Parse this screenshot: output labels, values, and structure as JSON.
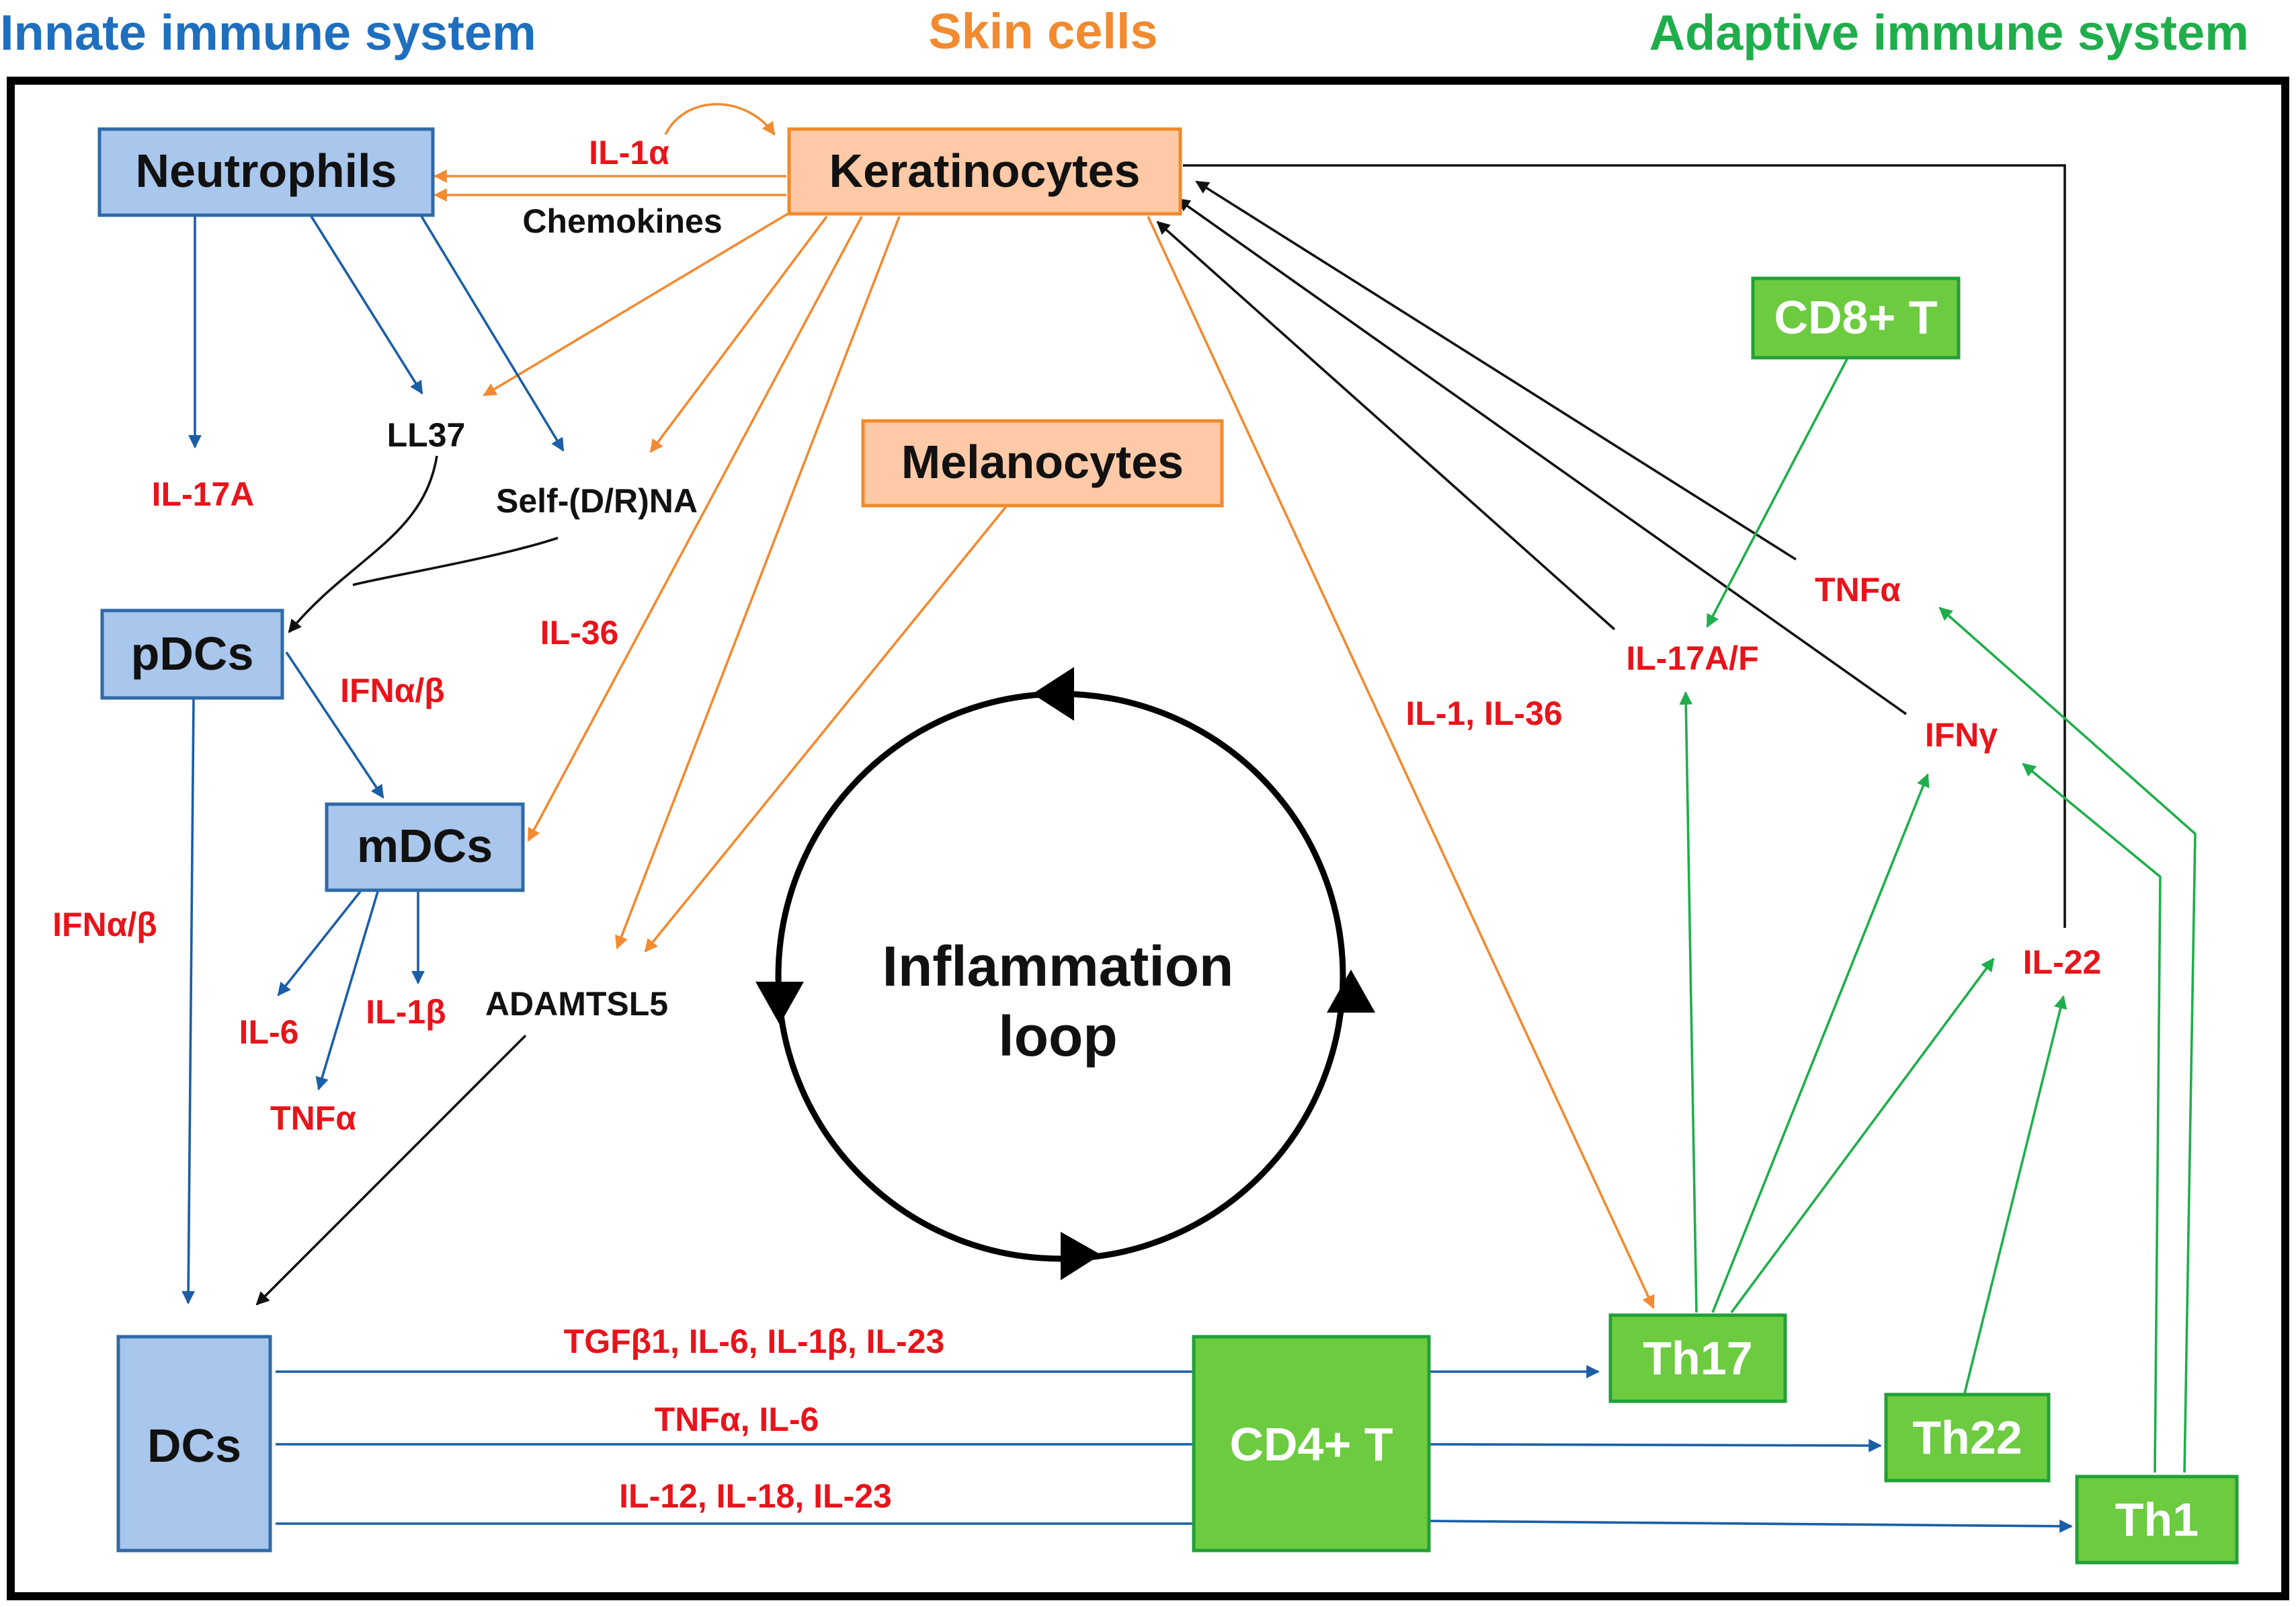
{
  "headers": {
    "innate": "Innate immune system",
    "skin": "Skin cells",
    "adaptive": "Adaptive immune system"
  },
  "nodes": {
    "neutrophils": "Neutrophils",
    "keratinocytes": "Keratinocytes",
    "melanocytes": "Melanocytes",
    "cd8": "CD8+ T",
    "pdcs": "pDCs",
    "mdcs": "mDCs",
    "dcs": "DCs",
    "cd4": "CD4+ T",
    "th17": "Th17",
    "th22": "Th22",
    "th1": "Th1"
  },
  "labels": {
    "il1a": "IL-1α",
    "chemokines": "Chemokines",
    "ll37": "LL37",
    "self_dna": "Self-(D/R)NA",
    "il17a": "IL-17A",
    "il36": "IL-36",
    "ifnab_pdc": "IFNα/β",
    "ifnab_left": "IFNα/β",
    "il6": "IL-6",
    "il1b": "IL-1β",
    "tnfa_mdc": "TNFα",
    "adamtsl5": "ADAMTSL5",
    "il1_il36": "IL-1, IL-36",
    "tnfa_right": "TNFα",
    "il17af": "IL-17A/F",
    "ifng": "IFNγ",
    "il22": "IL-22",
    "dc_th17": "TGFβ1, IL-6, IL-1β, IL-23",
    "dc_th22": "TNFα, IL-6",
    "dc_th1": "IL-12, IL-18, IL-23"
  },
  "center": {
    "line1": "Inflammation",
    "line2": "loop"
  },
  "colors": {
    "innate": "#1f6fbf",
    "skin": "#f28a30",
    "adaptive": "#1fae4b",
    "cytokine": "#e8141b",
    "innate_box_fill": "#a9c6ec",
    "innate_box_stroke": "#2f6aa8",
    "skin_box_fill": "#fdc9a6",
    "skin_box_stroke": "#f08a2a",
    "adaptive_box_fill": "#6ccb3f",
    "adaptive_box_stroke": "#22a038",
    "blue_arrow": "#1b5ea6",
    "orange_arrow": "#f28a30",
    "green_arrow": "#1fae4b",
    "black_arrow": "#111111"
  }
}
